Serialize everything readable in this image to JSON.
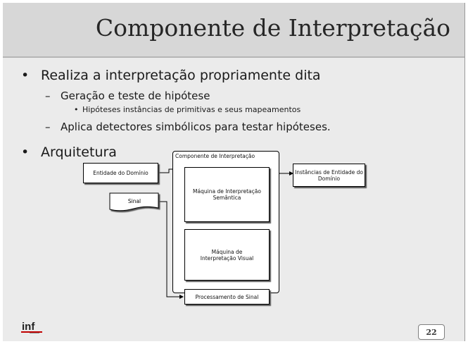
{
  "slide": {
    "title": "Componente de Interpretação",
    "bullets": [
      {
        "text": "Realiza a interpretação propriamente dita"
      },
      {
        "text": "Geração e teste de hipótese"
      },
      {
        "text": "Hipóteses instâncias de primitivas e seus mapeamentos"
      },
      {
        "text": "Aplica detectores simbólicos para testar hipóteses."
      },
      {
        "text": "Arquitetura"
      }
    ],
    "bullet_glyph": "•",
    "dash_glyph": "–",
    "page_number": "22",
    "logo": "inf"
  },
  "diagram": {
    "container_label": "Componente de Interpretação",
    "entidade": "Entidade do Domínio",
    "instancias": "Instâncias de Entidade do Domínio",
    "sinal": "Sinal",
    "semantica": "Máquina de Interpretação Semântica",
    "visual": "Máquina de Interpretação Visual",
    "processamento": "Processamento de Sinal"
  }
}
